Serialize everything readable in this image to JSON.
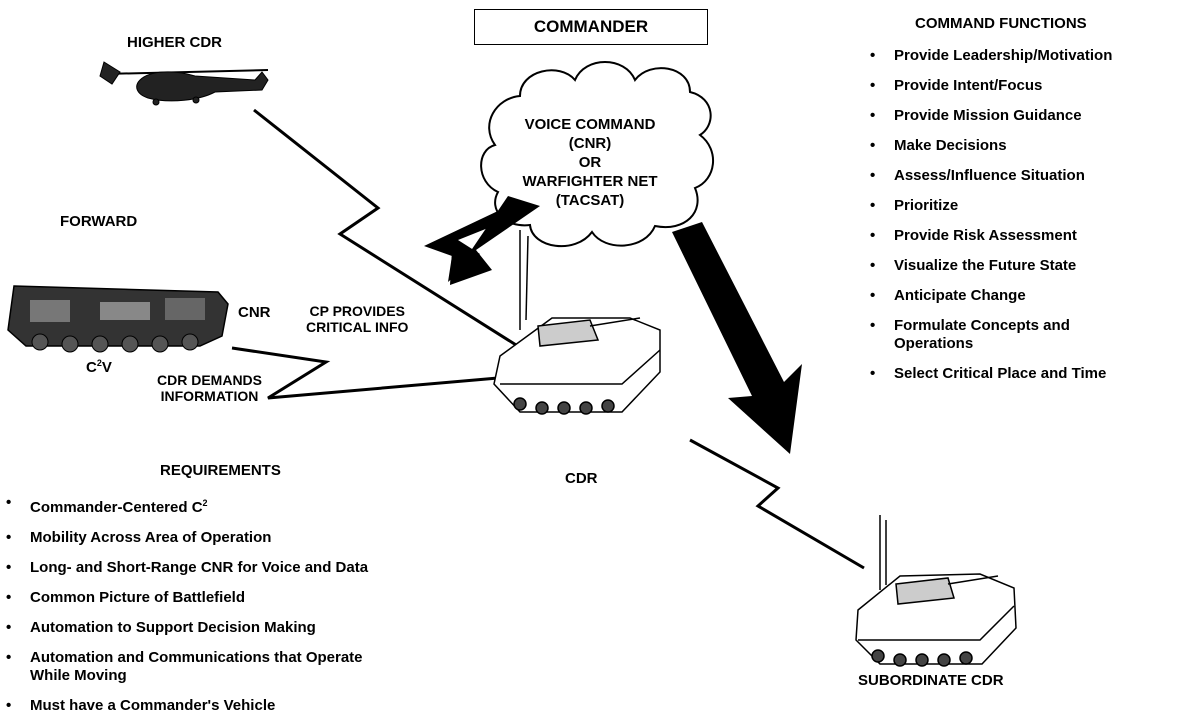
{
  "title": "COMMANDER",
  "higher_cdr": "HIGHER CDR",
  "forward": "FORWARD",
  "cnr": "CNR",
  "c2v": {
    "main": "C",
    "sup": "2",
    "tail": "V"
  },
  "cp_provides": [
    "CP PROVIDES",
    "CRITICAL INFO"
  ],
  "cdr_demands": [
    "CDR DEMANDS",
    "INFORMATION"
  ],
  "cdr": "CDR",
  "subordinate_cdr": "SUBORDINATE CDR",
  "cloud": {
    "lines": [
      "VOICE COMMAND",
      "(CNR)",
      "OR",
      "WARFIGHTER NET",
      "(TACSAT)"
    ]
  },
  "command_functions": {
    "heading": "COMMAND FUNCTIONS",
    "items": [
      "Provide Leadership/Motivation",
      "Provide Intent/Focus",
      "Provide Mission Guidance",
      "Make Decisions",
      "Assess/Influence Situation",
      "Prioritize",
      "Provide Risk Assessment",
      "Visualize the Future State",
      "Anticipate Change",
      "Formulate Concepts and Operations",
      "Select Critical Place and Time"
    ]
  },
  "requirements": {
    "heading": "REQUIREMENTS",
    "item0": {
      "main": "Commander-Centered C",
      "sup": "2"
    },
    "items": [
      "Mobility Across Area of Operation",
      "Long- and Short-Range CNR for Voice and Data",
      "Common Picture of Battlefield",
      "Automation to Support Decision Making",
      "Automation and Communications that Operate While Moving",
      "Must have a Commander's Vehicle"
    ]
  }
}
